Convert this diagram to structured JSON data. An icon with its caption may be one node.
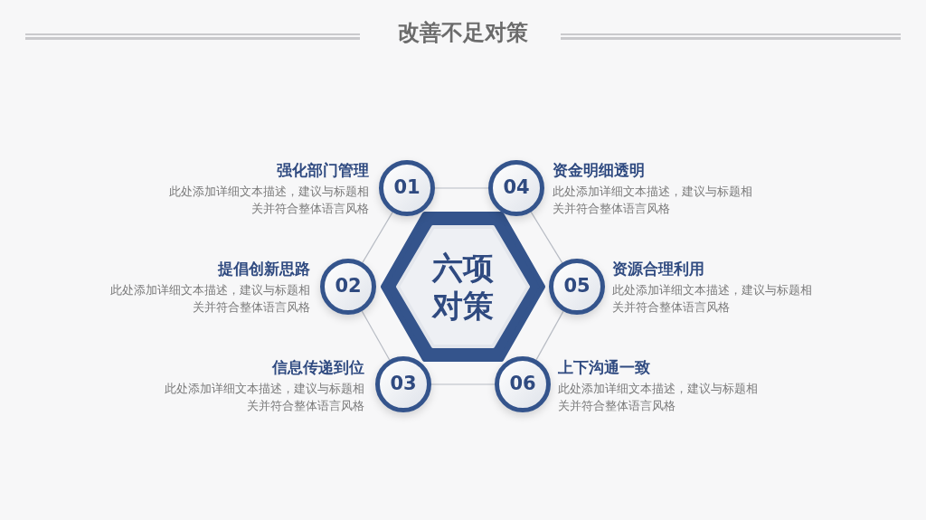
{
  "diagram": {
    "title": "改善不足对策",
    "nodes": [
      {
        "text": [
          "六项对策"
        ]
      },
      {
        "text": [
          "01"
        ],
        "beside": [
          "强化部门管理",
          "此处添加详细文本描述，建议与标题相关并符合整体语言风格"
        ]
      },
      {
        "text": [
          "02"
        ],
        "beside": [
          "提倡创新思路",
          "此处添加详细文本描述，建议与标题相关并符合整体语言风格"
        ]
      },
      {
        "text": [
          "03"
        ],
        "beside": [
          "信息传递到位",
          "此处添加详细文本描述，建议与标题相关并符合整体语言风格"
        ]
      },
      {
        "text": [
          "04"
        ],
        "beside": [
          "资金明细透明",
          "此处添加详细文本描述，建议与标题相关并符合整体语言风格"
        ]
      },
      {
        "text": [
          "05"
        ],
        "beside": [
          "资源合理利用",
          "此处添加详细文本描述，建议与标题相关并符合整体语言风格"
        ]
      },
      {
        "text": [
          "06"
        ],
        "beside": [
          "上下沟通一致",
          "此处添加详细文本描述，建议与标题相关并符合整体语言风格"
        ]
      }
    ],
    "edges": [
      {
        "from": 1,
        "to": 4,
        "arrow": "none"
      },
      {
        "from": 4,
        "to": 5,
        "arrow": "none"
      },
      {
        "from": 5,
        "to": 6,
        "arrow": "none"
      },
      {
        "from": 6,
        "to": 3,
        "arrow": "none"
      },
      {
        "from": 3,
        "to": 2,
        "arrow": "none"
      },
      {
        "from": 2,
        "to": 1,
        "arrow": "none"
      }
    ]
  }
}
